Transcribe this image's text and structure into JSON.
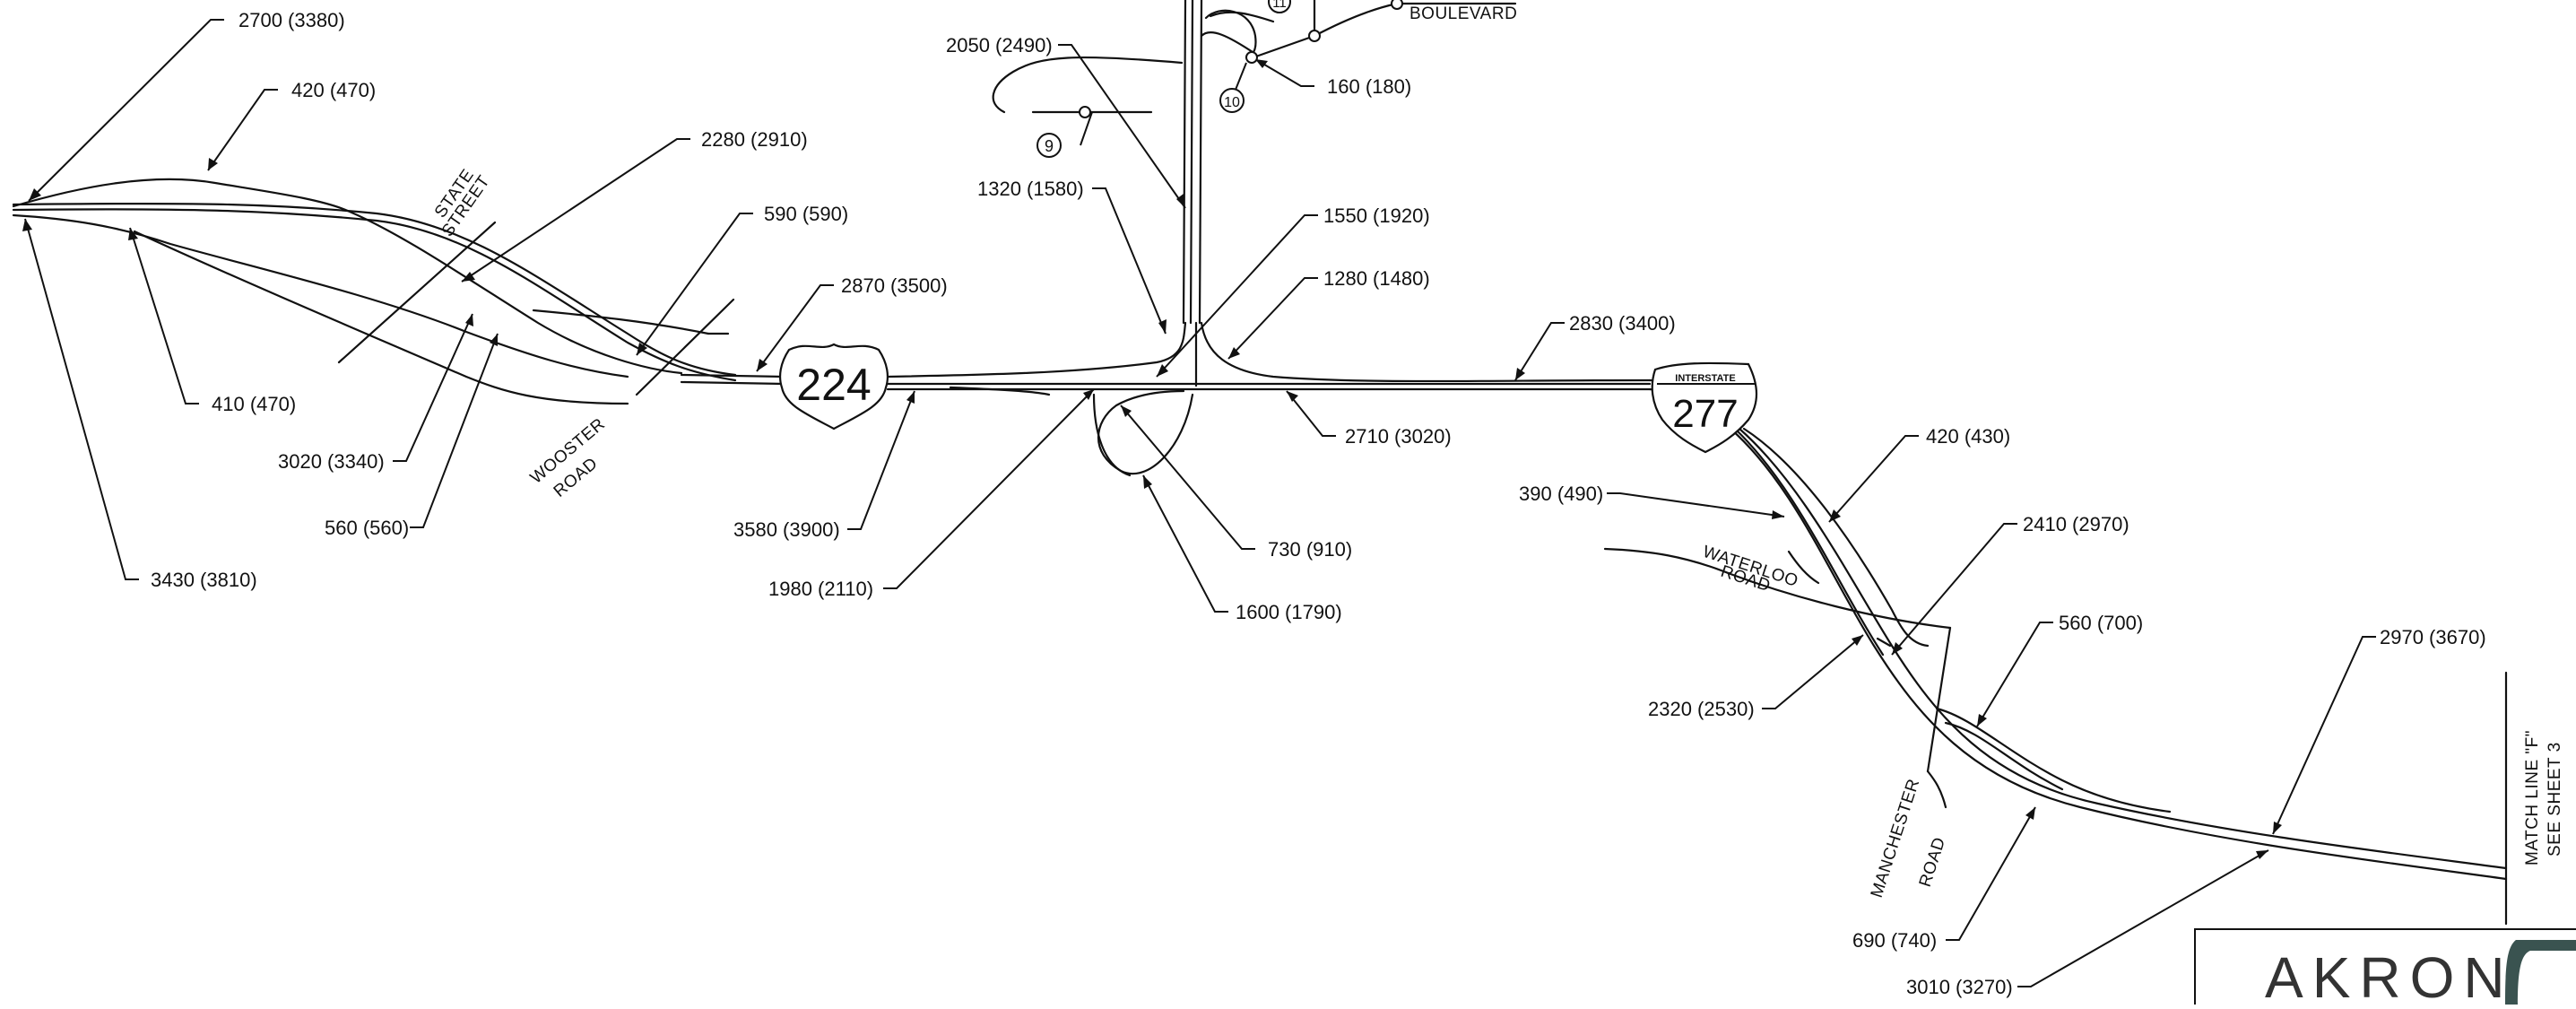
{
  "labels": {
    "l01": "2700  (3380)",
    "l02": "420  (470)",
    "l03": "2280  (2910)",
    "l04": "590  (590)",
    "l05": "2870  (3500)",
    "l06": "410 (470)",
    "l07": "3020  (3340)",
    "l08": "560  (560)",
    "l09": "3430  (3810)",
    "l10": "3580 (3900)",
    "l11": "1980  (2110)",
    "l12": "2050  (2490)",
    "l13": "160  (180)",
    "l14": "1320  (1580)",
    "l15": "1550  (1920)",
    "l16": "1280  (1480)",
    "l17": "2710  (3020)",
    "l18": "730   (910)",
    "l19": "1600  (1790)",
    "l20": "2830  (3400)",
    "l21": "420  (430)",
    "l22": "390 (490)",
    "l23": "2410  (2970)",
    "l24": "560  (700)",
    "l25": "2320  (2530)",
    "l26": "2970  (3670)",
    "l27": "690 (740)",
    "l28": "3010  (3270)"
  },
  "streets": {
    "state_1": "STATE",
    "state_2": "STREET",
    "wooster_1": "WOOSTER",
    "wooster_2": "ROAD",
    "boulevard": "BOULEVARD",
    "waterloo_1": "WATERLOO",
    "waterloo_2": "ROAD",
    "manchester_1": "MANCHESTER",
    "manchester_2": "ROAD"
  },
  "shields": {
    "us_route": "224",
    "interstate_banner": "INTERSTATE",
    "interstate_number": "277"
  },
  "nodes": {
    "n9": "9",
    "n10": "10",
    "n11": "11"
  },
  "match_line": {
    "line1": "MATCH  LINE  \"F\"",
    "line2": "SEE  SHEET  3"
  },
  "brand": {
    "name": "AKRON"
  }
}
